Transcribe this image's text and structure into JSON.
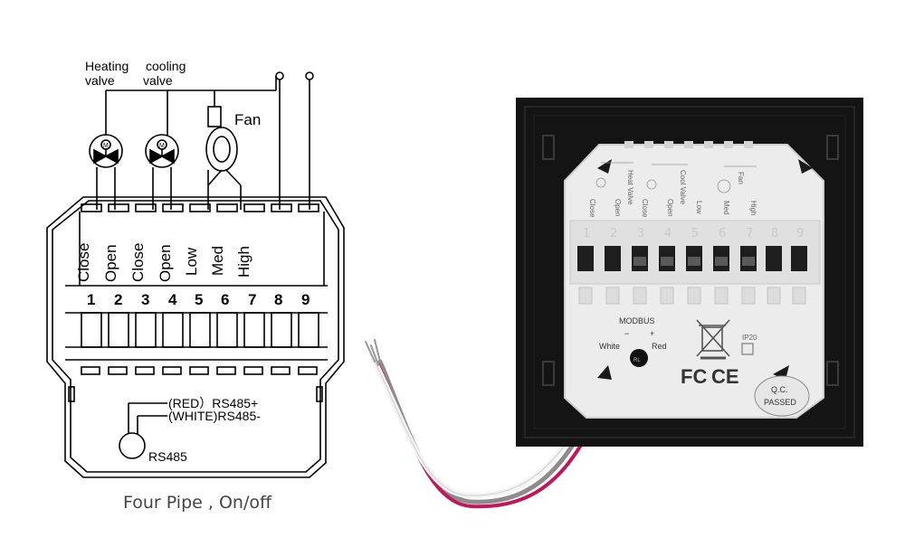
{
  "diagram": {
    "heating_valve": "Heating\nvalve",
    "cooling_valve": "cooling\nvalve",
    "fan": "Fan",
    "terminal_functions": [
      "Close",
      "Open",
      "Close",
      "Open",
      "Low",
      "Med",
      "High"
    ],
    "terminal_numbers": [
      "1",
      "2",
      "3",
      "4",
      "5",
      "6",
      "7",
      "8",
      "9"
    ],
    "rs485_positive": "(RED）RS485+",
    "rs485_negative": "(WHITE)RS485-",
    "rs485_port": "RS485",
    "caption": "Four Pipe , On/off"
  },
  "photo": {
    "label_heat_valve": "Heat Valve",
    "label_cool_valve": "Cool Valve",
    "label_fan": "Fan",
    "label_terminals": [
      "Close",
      "Open",
      "Close",
      "Open",
      "Low",
      "Med",
      "High"
    ],
    "terminal_numbers": [
      "1",
      "2",
      "3",
      "4",
      "5",
      "6",
      "7",
      "8",
      "9"
    ],
    "modbus": "MODBUS",
    "plus": "+",
    "minus": "−",
    "white": "White",
    "red": "Red",
    "rl": "RL",
    "ip": "IP20",
    "fc": "FC",
    "ce": "CE",
    "qc": "Q.C.",
    "passed": "PASSED"
  },
  "colors": {
    "wire_red": "#c0165a",
    "wire_white": "#f2f2f2",
    "wire_grey": "#a9a9a9",
    "panel_black": "#141414"
  }
}
